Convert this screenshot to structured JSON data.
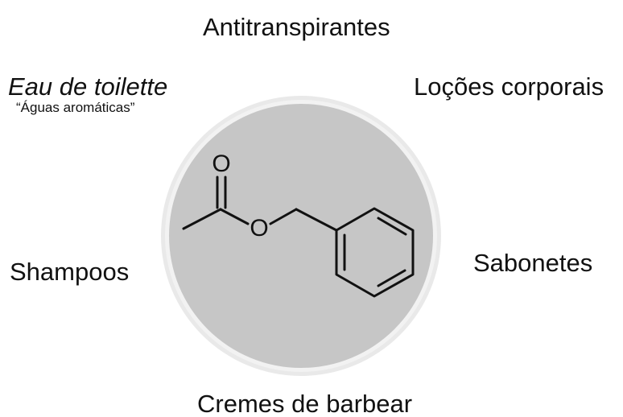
{
  "uses": {
    "top": "Antitranspirantes",
    "top_left": "Eau de toilette",
    "top_left_sub": "“Águas aromáticas”",
    "top_right": "Loções corporais",
    "left": "Shampoos",
    "right": "Sabonetes",
    "bottom": "Cremes de barbear"
  },
  "molecule": {
    "atom_labels": [
      "O",
      "O"
    ]
  },
  "colors": {
    "disc_fill": "#c8c8c8",
    "disc_rim": "#e8e8e8",
    "bond": "#111111",
    "text": "#111111"
  }
}
